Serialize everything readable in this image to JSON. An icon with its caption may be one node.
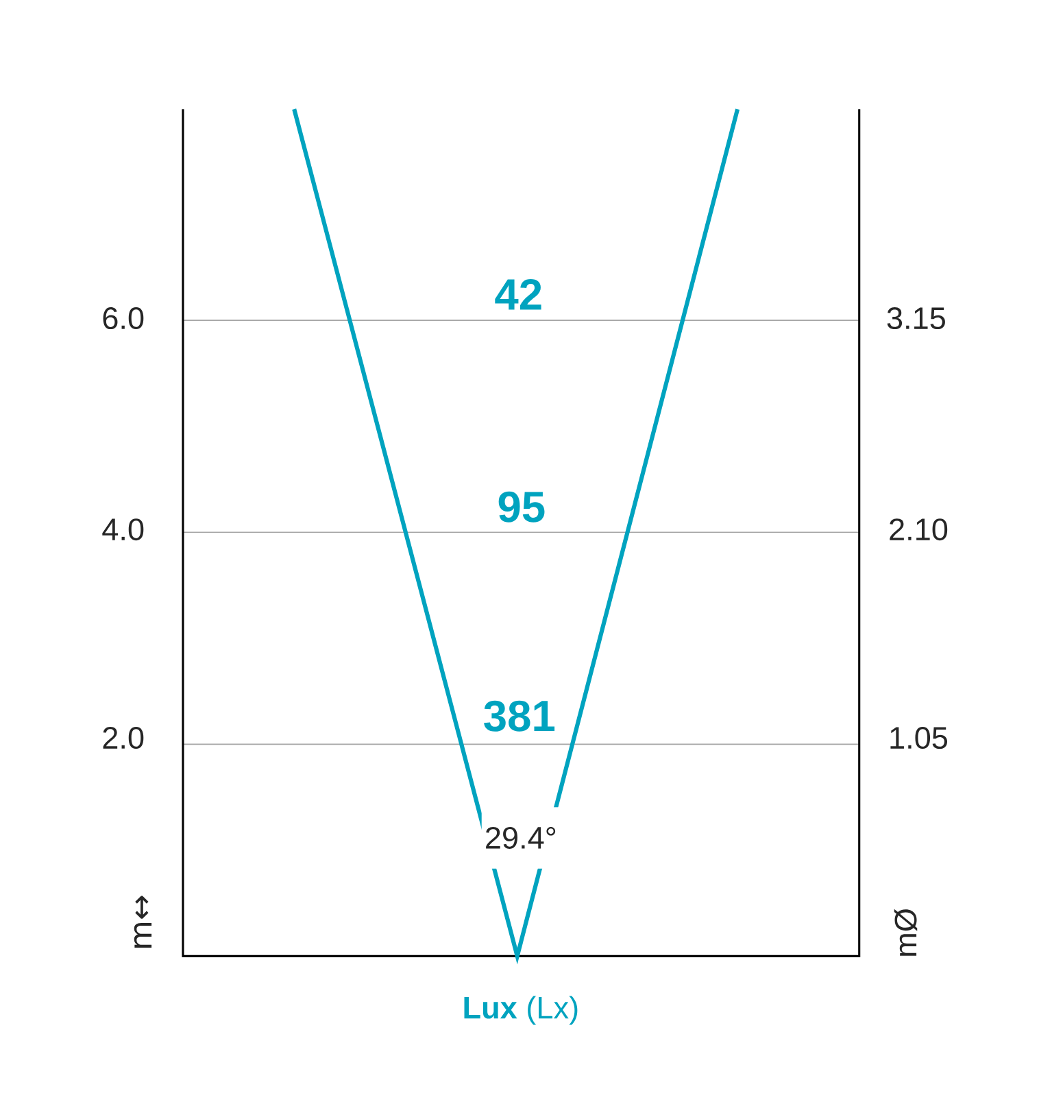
{
  "diagram": {
    "labels": [
      "42",
      "6.0",
      "3.15",
      "95",
      "4.0",
      "2.10",
      "381",
      "2.0",
      "1.05",
      "29.4°",
      "m↔",
      "mØ",
      "**Lux** (Lx)"
    ]
  }
}
